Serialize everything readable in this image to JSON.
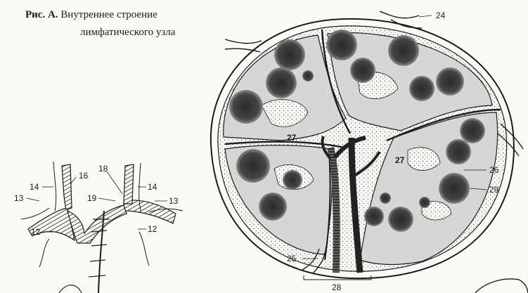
{
  "caption": {
    "fig_label": "Рис. А.",
    "title_line1": "Внутреннее строение",
    "title_line2": "лимфатического узла"
  },
  "labels": {
    "l24": "24",
    "l27a": "27",
    "l27b": "27",
    "l26": "26",
    "l29": "29",
    "l25": "25",
    "l28": "28",
    "l16": "16",
    "l18": "18",
    "l14a": "14",
    "l14b": "14",
    "l13a": "13",
    "l13b": "13",
    "l19": "19",
    "l12a": "12",
    "l12b": "12"
  },
  "colors": {
    "ink": "#1b1b1b",
    "lobule_fill": "#d6d6d4",
    "follicle_fill": "#3a3a3a",
    "background": "#fbfaf7"
  }
}
